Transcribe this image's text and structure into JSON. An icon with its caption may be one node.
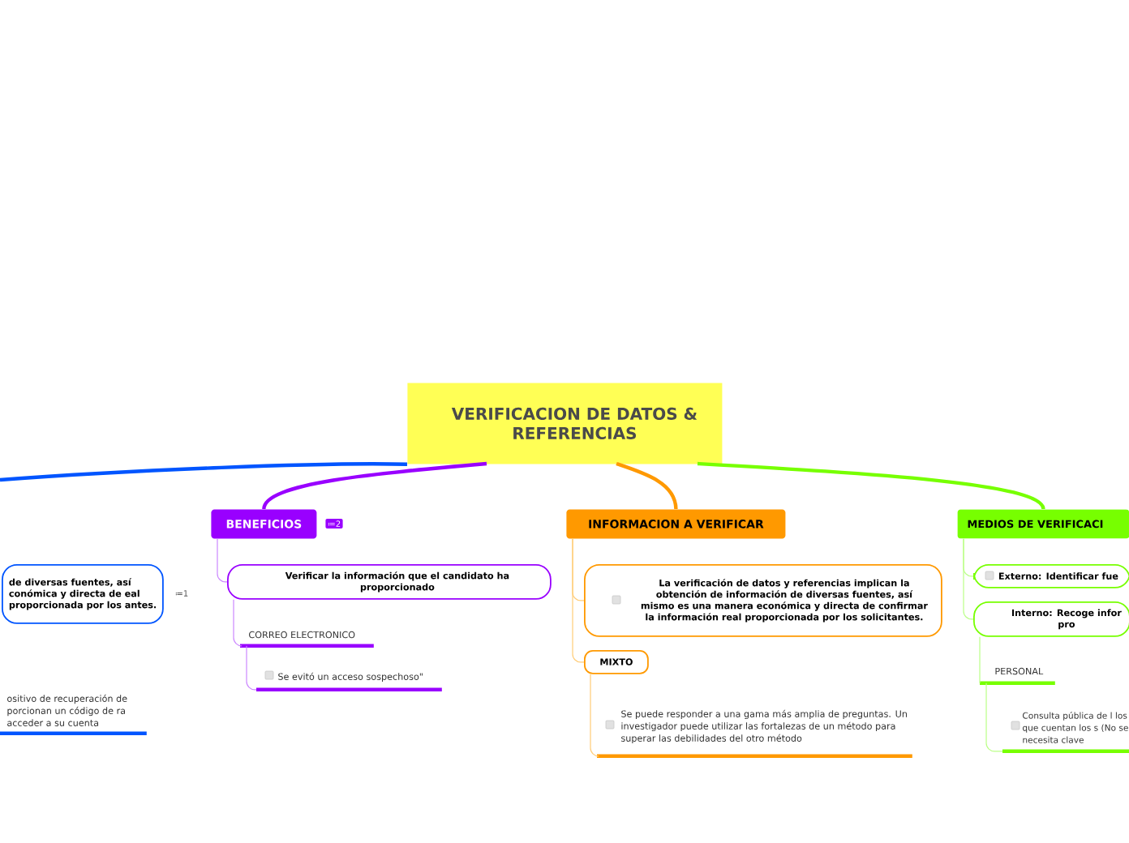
{
  "diagram": {
    "nodes": [
      {
        "text": [
          "VERIFICACION DE DATOS & REFERENCIAS"
        ]
      },
      {
        "text": [
          "de diversas fuentes, así conómica y directa de eal proporcionada por los antes."
        ],
        "beside": [
          "≔1"
        ]
      },
      {
        "text": [
          "ositivo de recuperación de porcionan un código de ra acceder a su cuenta"
        ]
      },
      {
        "text": [
          "BENEFICIOS"
        ],
        "beside": [
          "≔2"
        ]
      },
      {
        "text": [
          "Verificar la información que el candidato ha proporcionado"
        ]
      },
      {
        "text": [
          "CORREO ELECTRONICO"
        ]
      },
      {
        "text": [
          "Se evitó un acceso sospechoso\""
        ]
      },
      {
        "text": [
          "INFORMACION A VERIFICAR"
        ]
      },
      {
        "text": [
          "La verificación de datos y referencias implican la obtención de información de diversas fuentes, así mismo es una manera económica y directa de confirmar la información real proporcionada por los solicitantes."
        ]
      },
      {
        "text": [
          "MIXTO"
        ]
      },
      {
        "text": [
          "Se puede responder a una gama más amplia de preguntas. Un investigador puede utilizar las fortalezas de un método para superar las debilidades del otro método"
        ]
      },
      {
        "text": [
          "MEDIOS DE VERIFICACI"
        ]
      },
      {
        "text": [
          "Externo: Identificar fue"
        ]
      },
      {
        "text": [
          "Interno: Recoge infor pro"
        ]
      },
      {
        "text": [
          "PERSONAL"
        ]
      },
      {
        "text": [
          "Consulta pública de l los que cuentan los s (No se necesita clave"
        ]
      }
    ],
    "edges": [
      {
        "from": 0,
        "to": null,
        "arrow": "none",
        "style": "thick",
        "color": "#0055ff"
      },
      {
        "from": 0,
        "to": 3,
        "arrow": "none",
        "style": "thick",
        "color": "#9900ff"
      },
      {
        "from": 0,
        "to": 7,
        "arrow": "none",
        "style": "thick",
        "color": "#ff9900"
      },
      {
        "from": 0,
        "to": 11,
        "arrow": "none",
        "style": "thick",
        "color": "#77ff00"
      },
      {
        "from": 3,
        "to": 4,
        "arrow": "none",
        "color": "#cc88ff"
      },
      {
        "from": 4,
        "to": 5,
        "arrow": "none",
        "color": "#cc88ff"
      },
      {
        "from": 5,
        "to": 6,
        "arrow": "none",
        "color": "#cc88ff"
      },
      {
        "from": 7,
        "to": 8,
        "arrow": "none",
        "color": "#ffcc77"
      },
      {
        "from": 7,
        "to": 9,
        "arrow": "none",
        "color": "#ffcc77"
      },
      {
        "from": 9,
        "to": 10,
        "arrow": "none",
        "color": "#ffcc77"
      },
      {
        "from": 11,
        "to": 12,
        "arrow": "none",
        "color": "#bbff88"
      },
      {
        "from": 11,
        "to": 13,
        "arrow": "none",
        "color": "#bbff88"
      },
      {
        "from": 13,
        "to": 14,
        "arrow": "none",
        "color": "#bbff88"
      },
      {
        "from": 14,
        "to": 15,
        "arrow": "none",
        "color": "#bbff88"
      }
    ]
  }
}
